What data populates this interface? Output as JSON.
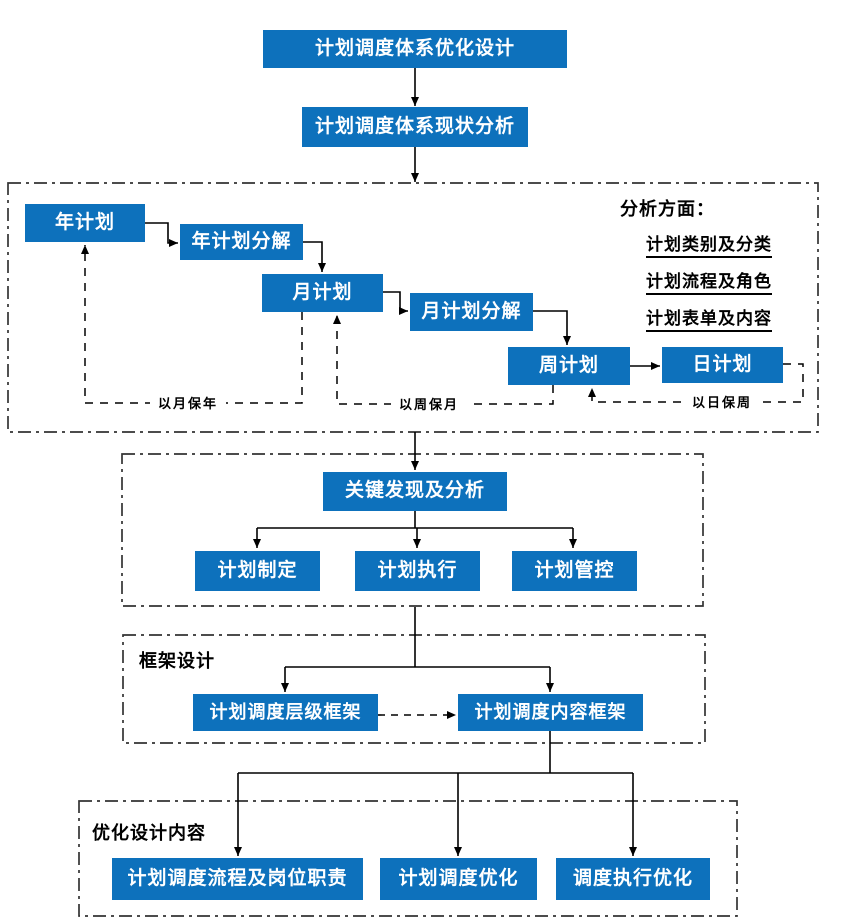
{
  "diagram": {
    "colors": {
      "node_fill": "#0D71BC",
      "node_text": "#FFFFFF",
      "line": "#000000"
    },
    "top": {
      "title": "计划调度体系优化设计",
      "analysis": "计划调度体系现状分析"
    },
    "plan_system": {
      "nodes": [
        "年计划",
        "年计划分解",
        "月计划",
        "月计划分解",
        "周计划",
        "日计划"
      ],
      "feedback_labels": [
        "以月保年",
        "以周保月",
        "以日保周"
      ],
      "aspects": {
        "heading": "分析方面：",
        "items": [
          "计划类别及分类",
          "计划流程及角色",
          "计划表单及内容"
        ]
      }
    },
    "findings": {
      "title": "关键发现及分析",
      "items": [
        "计划制定",
        "计划执行",
        "计划管控"
      ]
    },
    "framework": {
      "label": "框架设计",
      "items": [
        "计划调度层级框架",
        "计划调度内容框架"
      ]
    },
    "optimization": {
      "label": "优化设计内容",
      "items": [
        "计划调度流程及岗位职责",
        "计划调度优化",
        "调度执行优化"
      ]
    }
  }
}
